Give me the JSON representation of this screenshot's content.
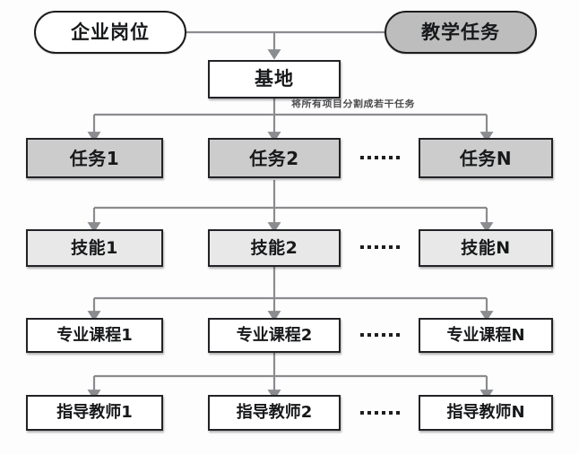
{
  "diagram": {
    "title_nodes": {
      "enterprise_post": "企业岗位",
      "teaching_task": "教学任务",
      "base": "基地"
    },
    "annotation": "将所有项目分割成若干任务",
    "ellipsis_dots": 6,
    "rows": [
      {
        "id": "task-row",
        "style": "fill-grey",
        "size_class": "lvl-task",
        "items": [
          {
            "label": "任务1"
          },
          {
            "label": "任务2"
          },
          {
            "label": "任务N"
          }
        ]
      },
      {
        "id": "skill-row",
        "style": "fill-lightgrey",
        "size_class": "lvl-skill",
        "items": [
          {
            "label": "技能1"
          },
          {
            "label": "技能2"
          },
          {
            "label": "技能N"
          }
        ]
      },
      {
        "id": "course-row",
        "style": "fill-white",
        "size_class": "lvl-course",
        "items": [
          {
            "label": "专业课程1"
          },
          {
            "label": "专业课程2"
          },
          {
            "label": "专业课程N"
          }
        ]
      },
      {
        "id": "teacher-row",
        "style": "fill-white",
        "size_class": "lvl-teach",
        "items": [
          {
            "label": "指导教师1"
          },
          {
            "label": "指导教师2"
          },
          {
            "label": "指导教师N"
          }
        ]
      }
    ],
    "colors": {
      "background": "#fdfdfd",
      "stroke": "#222326",
      "wire": "#8a8c8f",
      "fill_grey": "#cccccc",
      "fill_light_grey": "#e8e8e8",
      "fill_capsule_grey": "#bdbdbd",
      "fill_white": "#ffffff",
      "text": "#17181a",
      "annotation_text": "#4a4b4d"
    }
  }
}
